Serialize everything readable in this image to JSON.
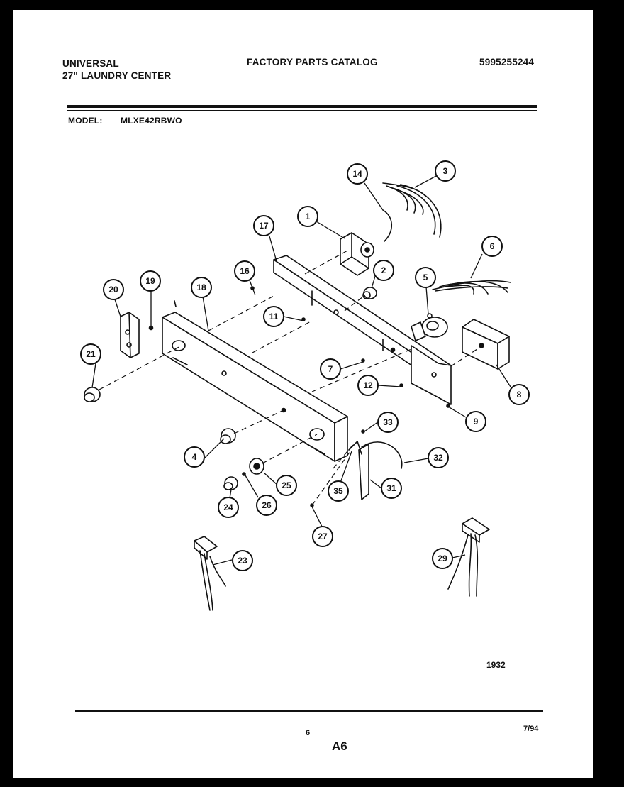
{
  "header": {
    "brand": "UNIVERSAL",
    "product": "27\" LAUNDRY CENTER",
    "catalog_title": "FACTORY PARTS CATALOG",
    "catalog_number": "5995255244",
    "model_label": "MODEL:",
    "model_value": "MLXE42RBWO"
  },
  "callouts": {
    "c1": "1",
    "c2": "2",
    "c3": "3",
    "c4": "4",
    "c5": "5",
    "c6": "6",
    "c7": "7",
    "c8": "8",
    "c9": "9",
    "c11": "11",
    "c12": "12",
    "c14": "14",
    "c16": "16",
    "c17": "17",
    "c18": "18",
    "c19": "19",
    "c20": "20",
    "c21": "21",
    "c23": "23",
    "c24": "24",
    "c25": "25",
    "c26": "26",
    "c27": "27",
    "c29": "29",
    "c31": "31",
    "c32": "32",
    "c33": "33",
    "c35": "35"
  },
  "footer": {
    "figure_number": "1932",
    "page_number": "6",
    "section": "A6",
    "date": "7/94"
  }
}
